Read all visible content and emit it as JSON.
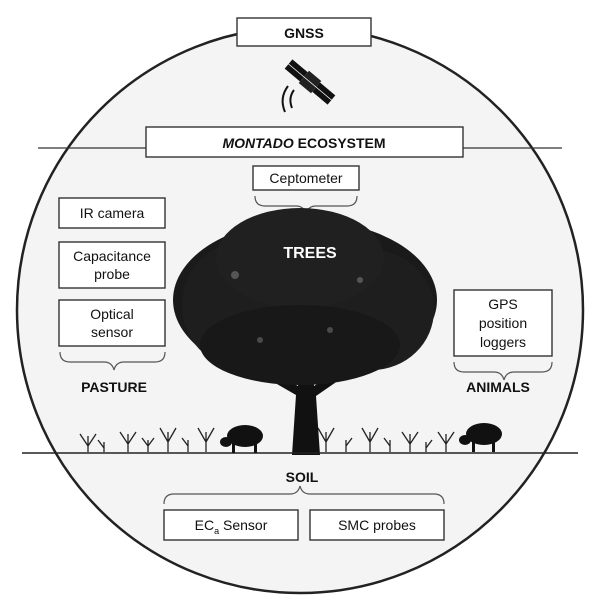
{
  "satellite": {
    "label": "GNSS"
  },
  "ecosystem": {
    "label_italic": "MONTADO",
    "label_rest": " ECOSYSTEM"
  },
  "trees": {
    "label": "TREES",
    "sensor": "Ceptometer"
  },
  "pasture": {
    "label": "PASTURE",
    "sensors": [
      {
        "lines": [
          "IR camera"
        ]
      },
      {
        "lines": [
          "Capacitance",
          "probe"
        ]
      },
      {
        "lines": [
          "Optical",
          "sensor"
        ]
      }
    ]
  },
  "animals": {
    "label": "ANIMALS",
    "sensor_lines": [
      "GPS",
      "position",
      "loggers"
    ]
  },
  "soil": {
    "label": "SOIL",
    "sensor1": {
      "prefix": "EC",
      "subscript": "a",
      "suffix": " Sensor"
    },
    "sensor2": "SMC probes"
  },
  "icons": {
    "satellite": "satellite-icon",
    "tree": "tree-icon",
    "sheep": "sheep-icon",
    "grass": "grass-icon"
  }
}
